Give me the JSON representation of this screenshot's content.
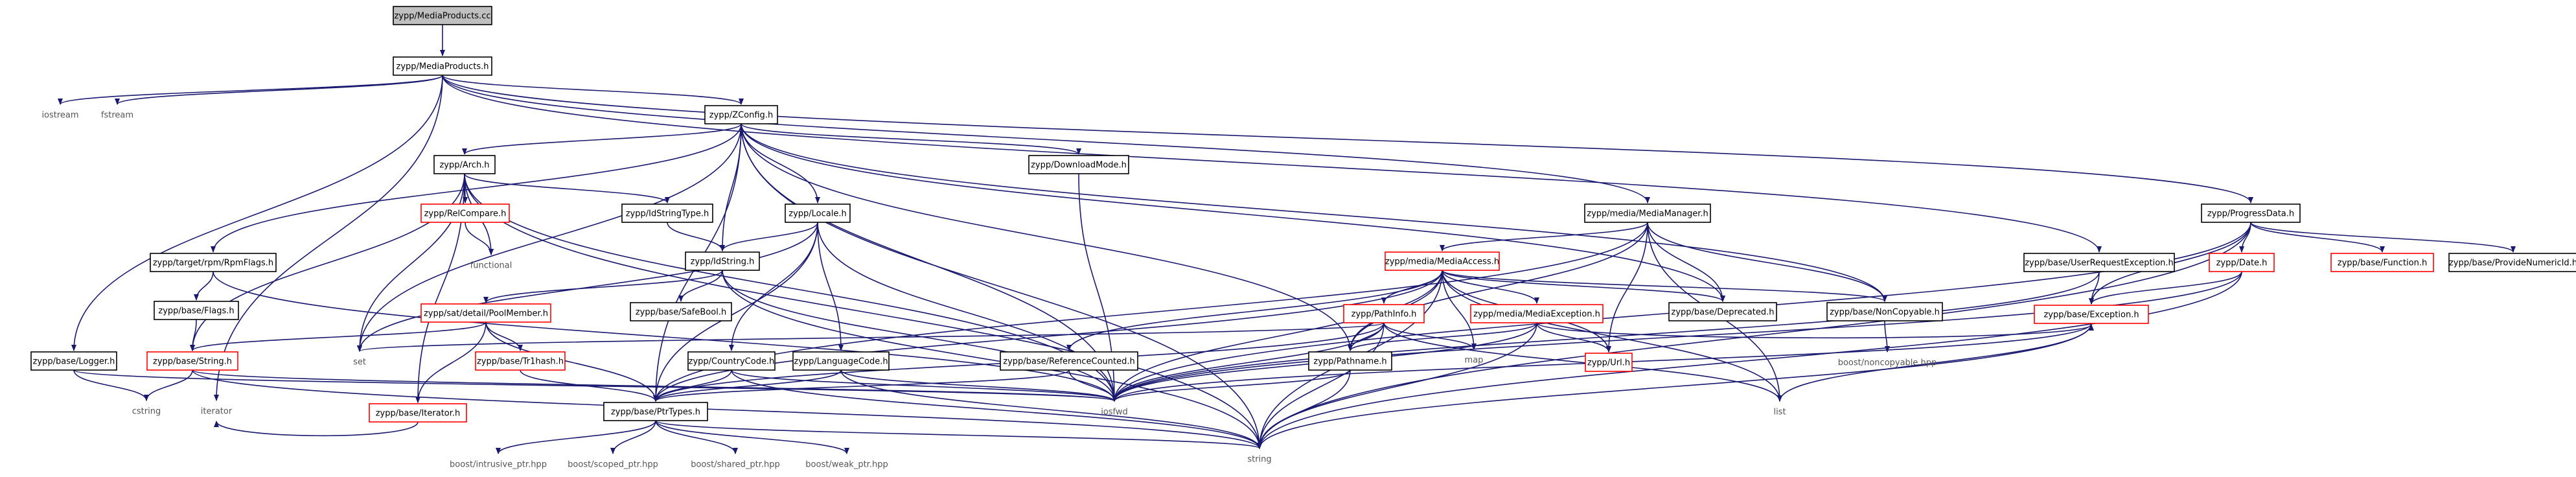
{
  "graph": {
    "colors": {
      "edge": "#191970",
      "node_border_black": "#000000",
      "node_border_red": "#ff0000",
      "node_border_gray": "#bfbfbf",
      "root_fill": "#bfbfbf",
      "text": "#000000",
      "text_muted": "#555555"
    },
    "nodes": [
      {
        "id": "n_cc",
        "label": "zypp/MediaProducts.cc",
        "style": "root"
      },
      {
        "id": "n_mph",
        "label": "zypp/MediaProducts.h",
        "style": "black"
      },
      {
        "id": "n_iostream",
        "label": "iostream",
        "style": "gray"
      },
      {
        "id": "n_fstream",
        "label": "fstream",
        "style": "gray"
      },
      {
        "id": "n_zconfig",
        "label": "zypp/ZConfig.h",
        "style": "black"
      },
      {
        "id": "n_arch",
        "label": "zypp/Arch.h",
        "style": "black"
      },
      {
        "id": "n_relcomp",
        "label": "zypp/RelCompare.h",
        "style": "red"
      },
      {
        "id": "n_functional",
        "label": "functional",
        "style": "gray"
      },
      {
        "id": "n_idstrtype",
        "label": "zypp/IdStringType.h",
        "style": "black"
      },
      {
        "id": "n_idstring",
        "label": "zypp/IdString.h",
        "style": "black"
      },
      {
        "id": "n_rpmflags",
        "label": "zypp/target/rpm/RpmFlags.h",
        "style": "black"
      },
      {
        "id": "n_flags",
        "label": "zypp/base/Flags.h",
        "style": "black"
      },
      {
        "id": "n_poolmember",
        "label": "zypp/sat/detail/PoolMember.h",
        "style": "red"
      },
      {
        "id": "n_string",
        "label": "zypp/base/String.h",
        "style": "red"
      },
      {
        "id": "n_logger",
        "label": "zypp/base/Logger.h",
        "style": "black"
      },
      {
        "id": "n_cstring",
        "label": "cstring",
        "style": "gray"
      },
      {
        "id": "n_iterator",
        "label": "iterator",
        "style": "gray"
      },
      {
        "id": "n_set",
        "label": "set",
        "style": "gray"
      },
      {
        "id": "n_biterator",
        "label": "zypp/base/Iterator.h",
        "style": "red"
      },
      {
        "id": "n_trhash",
        "label": "zypp/base/Tr1hash.h",
        "style": "red"
      },
      {
        "id": "n_safebool",
        "label": "zypp/base/SafeBool.h",
        "style": "black"
      },
      {
        "id": "n_locale",
        "label": "zypp/Locale.h",
        "style": "black"
      },
      {
        "id": "n_country",
        "label": "zypp/CountryCode.h",
        "style": "black"
      },
      {
        "id": "n_language",
        "label": "zypp/LanguageCode.h",
        "style": "black"
      },
      {
        "id": "n_download",
        "label": "zypp/DownloadMode.h",
        "style": "black"
      },
      {
        "id": "n_mediamgr",
        "label": "zypp/media/MediaManager.h",
        "style": "black"
      },
      {
        "id": "n_mediaaccess",
        "label": "zypp/media/MediaAccess.h",
        "style": "red"
      },
      {
        "id": "n_pathinfo",
        "label": "zypp/PathInfo.h",
        "style": "red"
      },
      {
        "id": "n_mediaexc",
        "label": "zypp/media/MediaException.h",
        "style": "red"
      },
      {
        "id": "n_deprecated",
        "label": "zypp/base/Deprecated.h",
        "style": "black"
      },
      {
        "id": "n_noncopy",
        "label": "zypp/base/NonCopyable.h",
        "style": "black"
      },
      {
        "id": "n_boostnoncopy",
        "label": "boost/noncopyable.hpp",
        "style": "gray"
      },
      {
        "id": "n_map",
        "label": "map",
        "style": "gray"
      },
      {
        "id": "n_url",
        "label": "zypp/Url.h",
        "style": "red"
      },
      {
        "id": "n_pathname",
        "label": "zypp/Pathname.h",
        "style": "black"
      },
      {
        "id": "n_refcounted",
        "label": "zypp/base/ReferenceCounted.h",
        "style": "black"
      },
      {
        "id": "n_ptrtypes",
        "label": "zypp/base/PtrTypes.h",
        "style": "black"
      },
      {
        "id": "n_iosfwd",
        "label": "iosfwd",
        "style": "gray"
      },
      {
        "id": "n_list",
        "label": "list",
        "style": "gray"
      },
      {
        "id": "n_stdstring",
        "label": "string",
        "style": "gray"
      },
      {
        "id": "n_intrusive",
        "label": "boost/intrusive_ptr.hpp",
        "style": "gray"
      },
      {
        "id": "n_scoped",
        "label": "boost/scoped_ptr.hpp",
        "style": "gray"
      },
      {
        "id": "n_shared",
        "label": "boost/shared_ptr.hpp",
        "style": "gray"
      },
      {
        "id": "n_weak",
        "label": "boost/weak_ptr.hpp",
        "style": "gray"
      },
      {
        "id": "n_userreq",
        "label": "zypp/base/UserRequestException.h",
        "style": "black"
      },
      {
        "id": "n_exception",
        "label": "zypp/base/Exception.h",
        "style": "red"
      },
      {
        "id": "n_progress",
        "label": "zypp/ProgressData.h",
        "style": "black"
      },
      {
        "id": "n_date",
        "label": "zypp/Date.h",
        "style": "red"
      },
      {
        "id": "n_function",
        "label": "zypp/base/Function.h",
        "style": "red"
      },
      {
        "id": "n_provideid",
        "label": "zypp/base/ProvideNumericId.h",
        "style": "black"
      }
    ],
    "edges": [
      [
        "n_cc",
        "n_mph"
      ],
      [
        "n_mph",
        "n_iostream"
      ],
      [
        "n_mph",
        "n_fstream"
      ],
      [
        "n_mph",
        "n_zconfig"
      ],
      [
        "n_mph",
        "n_logger"
      ],
      [
        "n_mph",
        "n_iterator"
      ],
      [
        "n_mph",
        "n_mediamgr"
      ],
      [
        "n_mph",
        "n_userreq"
      ],
      [
        "n_mph",
        "n_progress"
      ],
      [
        "n_zconfig",
        "n_arch"
      ],
      [
        "n_zconfig",
        "n_rpmflags"
      ],
      [
        "n_zconfig",
        "n_set"
      ],
      [
        "n_zconfig",
        "n_ptrtypes"
      ],
      [
        "n_zconfig",
        "n_idstring"
      ],
      [
        "n_zconfig",
        "n_locale"
      ],
      [
        "n_zconfig",
        "n_download"
      ],
      [
        "n_zconfig",
        "n_pathname"
      ],
      [
        "n_zconfig",
        "n_iosfwd"
      ],
      [
        "n_zconfig",
        "n_stdstring"
      ],
      [
        "n_zconfig",
        "n_deprecated"
      ],
      [
        "n_zconfig",
        "n_noncopy"
      ],
      [
        "n_arch",
        "n_relcomp"
      ],
      [
        "n_arch",
        "n_functional"
      ],
      [
        "n_arch",
        "n_idstrtype"
      ],
      [
        "n_arch",
        "n_string"
      ],
      [
        "n_arch",
        "n_set"
      ],
      [
        "n_arch",
        "n_biterator"
      ],
      [
        "n_arch",
        "n_iosfwd"
      ],
      [
        "n_arch",
        "n_stdstring"
      ],
      [
        "n_relcomp",
        "n_functional"
      ],
      [
        "n_idstrtype",
        "n_idstring"
      ],
      [
        "n_idstring",
        "n_poolmember"
      ],
      [
        "n_idstring",
        "n_safebool"
      ],
      [
        "n_idstring",
        "n_iosfwd"
      ],
      [
        "n_idstring",
        "n_stdstring"
      ],
      [
        "n_rpmflags",
        "n_flags"
      ],
      [
        "n_rpmflags",
        "n_iosfwd"
      ],
      [
        "n_flags",
        "n_string"
      ],
      [
        "n_poolmember",
        "n_string"
      ],
      [
        "n_poolmember",
        "n_biterator"
      ],
      [
        "n_poolmember",
        "n_trhash"
      ],
      [
        "n_poolmember",
        "n_ptrtypes"
      ],
      [
        "n_string",
        "n_cstring"
      ],
      [
        "n_string",
        "n_iosfwd"
      ],
      [
        "n_string",
        "n_stdstring"
      ],
      [
        "n_logger",
        "n_cstring"
      ],
      [
        "n_logger",
        "n_iosfwd"
      ],
      [
        "n_biterator",
        "n_iterator"
      ],
      [
        "n_trhash",
        "n_ptrtypes"
      ],
      [
        "n_locale",
        "n_idstring"
      ],
      [
        "n_locale",
        "n_country"
      ],
      [
        "n_locale",
        "n_language"
      ],
      [
        "n_locale",
        "n_set"
      ],
      [
        "n_locale",
        "n_ptrtypes"
      ],
      [
        "n_locale",
        "n_iosfwd"
      ],
      [
        "n_country",
        "n_ptrtypes"
      ],
      [
        "n_country",
        "n_iosfwd"
      ],
      [
        "n_country",
        "n_stdstring"
      ],
      [
        "n_language",
        "n_ptrtypes"
      ],
      [
        "n_language",
        "n_iosfwd"
      ],
      [
        "n_language",
        "n_stdstring"
      ],
      [
        "n_download",
        "n_iosfwd"
      ],
      [
        "n_mediamgr",
        "n_mediaaccess"
      ],
      [
        "n_mediamgr",
        "n_deprecated"
      ],
      [
        "n_mediamgr",
        "n_noncopy"
      ],
      [
        "n_mediamgr",
        "n_pathname"
      ],
      [
        "n_mediamgr",
        "n_url"
      ],
      [
        "n_mediamgr",
        "n_list"
      ],
      [
        "n_mediamgr",
        "n_ptrtypes"
      ],
      [
        "n_mediaaccess",
        "n_pathinfo"
      ],
      [
        "n_mediaaccess",
        "n_mediaexc"
      ],
      [
        "n_mediaaccess",
        "n_deprecated"
      ],
      [
        "n_mediaaccess",
        "n_noncopy"
      ],
      [
        "n_mediaaccess",
        "n_map"
      ],
      [
        "n_mediaaccess",
        "n_url"
      ],
      [
        "n_mediaaccess",
        "n_pathname"
      ],
      [
        "n_mediaaccess",
        "n_refcounted"
      ],
      [
        "n_mediaaccess",
        "n_ptrtypes"
      ],
      [
        "n_mediaaccess",
        "n_iosfwd"
      ],
      [
        "n_mediaaccess",
        "n_list"
      ],
      [
        "n_mediaaccess",
        "n_stdstring"
      ],
      [
        "n_pathinfo",
        "n_pathname"
      ],
      [
        "n_pathinfo",
        "n_set"
      ],
      [
        "n_pathinfo",
        "n_map"
      ],
      [
        "n_pathinfo",
        "n_ptrtypes"
      ],
      [
        "n_pathinfo",
        "n_iosfwd"
      ],
      [
        "n_pathinfo",
        "n_list"
      ],
      [
        "n_pathinfo",
        "n_stdstring"
      ],
      [
        "n_mediaexc",
        "n_pathname"
      ],
      [
        "n_mediaexc",
        "n_url"
      ],
      [
        "n_mediaexc",
        "n_exception"
      ],
      [
        "n_mediaexc",
        "n_iosfwd"
      ],
      [
        "n_mediaexc",
        "n_stdstring"
      ],
      [
        "n_noncopy",
        "n_boostnoncopy"
      ],
      [
        "n_pathname",
        "n_iosfwd"
      ],
      [
        "n_pathname",
        "n_stdstring"
      ],
      [
        "n_refcounted",
        "n_ptrtypes"
      ],
      [
        "n_refcounted",
        "n_iosfwd"
      ],
      [
        "n_ptrtypes",
        "n_stdstring"
      ],
      [
        "n_ptrtypes",
        "n_intrusive"
      ],
      [
        "n_ptrtypes",
        "n_scoped"
      ],
      [
        "n_ptrtypes",
        "n_shared"
      ],
      [
        "n_ptrtypes",
        "n_weak"
      ],
      [
        "n_userreq",
        "n_exception"
      ],
      [
        "n_userreq",
        "n_iosfwd"
      ],
      [
        "n_exception",
        "n_iosfwd"
      ],
      [
        "n_exception",
        "n_list"
      ],
      [
        "n_exception",
        "n_stdstring"
      ],
      [
        "n_progress",
        "n_date"
      ],
      [
        "n_progress",
        "n_function"
      ],
      [
        "n_progress",
        "n_provideid"
      ],
      [
        "n_progress",
        "n_iosfwd"
      ],
      [
        "n_progress",
        "n_stdstring"
      ],
      [
        "n_progress",
        "n_exception"
      ],
      [
        "n_date",
        "n_exception"
      ],
      [
        "n_date",
        "n_iosfwd"
      ],
      [
        "n_date",
        "n_stdstring"
      ]
    ]
  }
}
